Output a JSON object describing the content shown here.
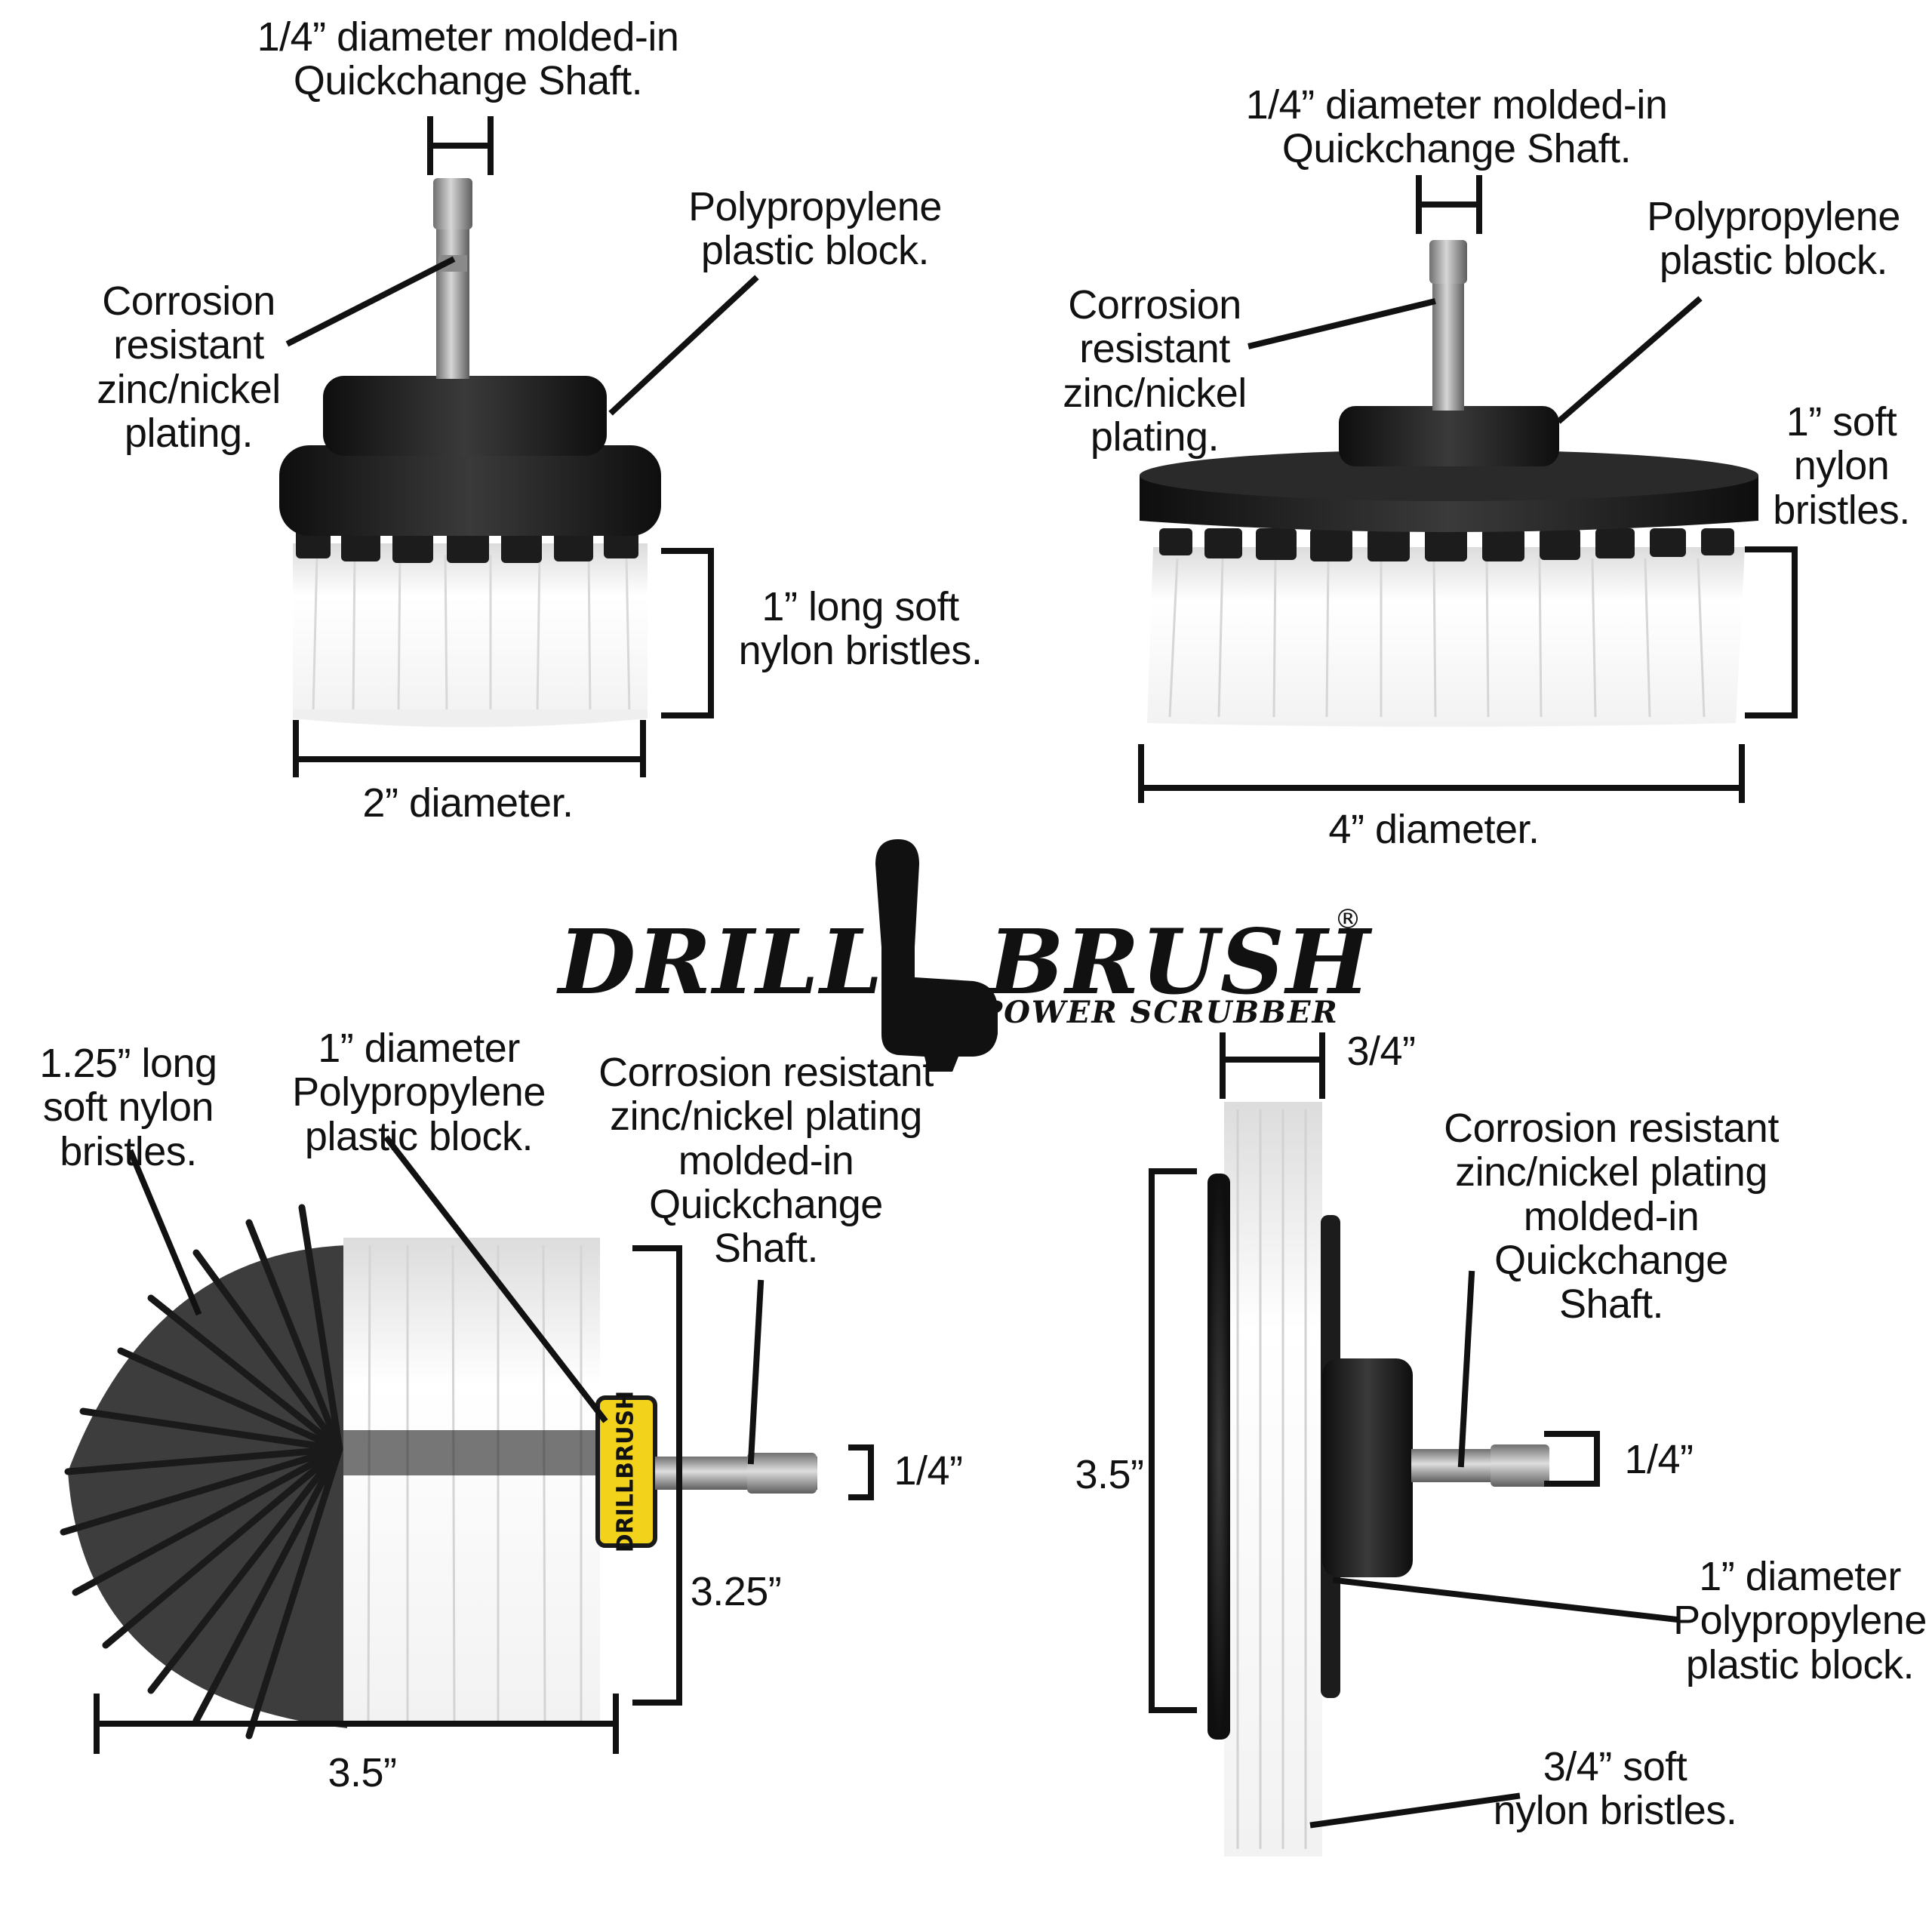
{
  "colors": {
    "ink": "#111111",
    "bristle_white": "#f4f4f4",
    "bristle_black": "#1a1a1a",
    "block": "#202020",
    "shaft": "#a9a9a9",
    "collar_yellow": "#f2d21b"
  },
  "brand": {
    "left_word": "DRILL",
    "right_word": "BRUSH",
    "tagline": "POWER SCRUBBER",
    "registered_mark": "®",
    "collar_text": "DRILLBRUSH"
  },
  "top_left": {
    "shaft_label": "1/4” diameter molded-in\nQuickchange Shaft.",
    "block_label": "Polypropylene\nplastic block.",
    "plating_label": "Corrosion\nresistant\nzinc/nickel\nplating.",
    "bristle_label": "1” long soft\nnylon bristles.",
    "diameter_label": "2” diameter."
  },
  "top_right": {
    "shaft_label": "1/4” diameter molded-in\nQuickchange Shaft.",
    "block_label": "Polypropylene\nplastic block.",
    "plating_label": "Corrosion\nresistant\nzinc/nickel\nplating.",
    "bristle_label": "1” soft\nnylon\nbristles.",
    "diameter_label": "4” diameter."
  },
  "bottom_left": {
    "bristle_label": "1.25” long\nsoft nylon\nbristles.",
    "block_label": "1” diameter\nPolypropylene\nplastic block.",
    "shaft_label": "Corrosion resistant\nzinc/nickel plating\nmolded-in\nQuickchange\nShaft.",
    "shaft_dim": "1/4”",
    "height_dim": "3.25”",
    "width_dim": "3.5”"
  },
  "bottom_right": {
    "width_dim": "3/4”",
    "shaft_label": "Corrosion resistant\nzinc/nickel plating\nmolded-in\nQuickchange\nShaft.",
    "height_dim": "3.5”",
    "shaft_dim": "1/4”",
    "block_label": "1” diameter\nPolypropylene\nplastic block.",
    "bristle_label": "3/4” soft\nnylon bristles."
  }
}
